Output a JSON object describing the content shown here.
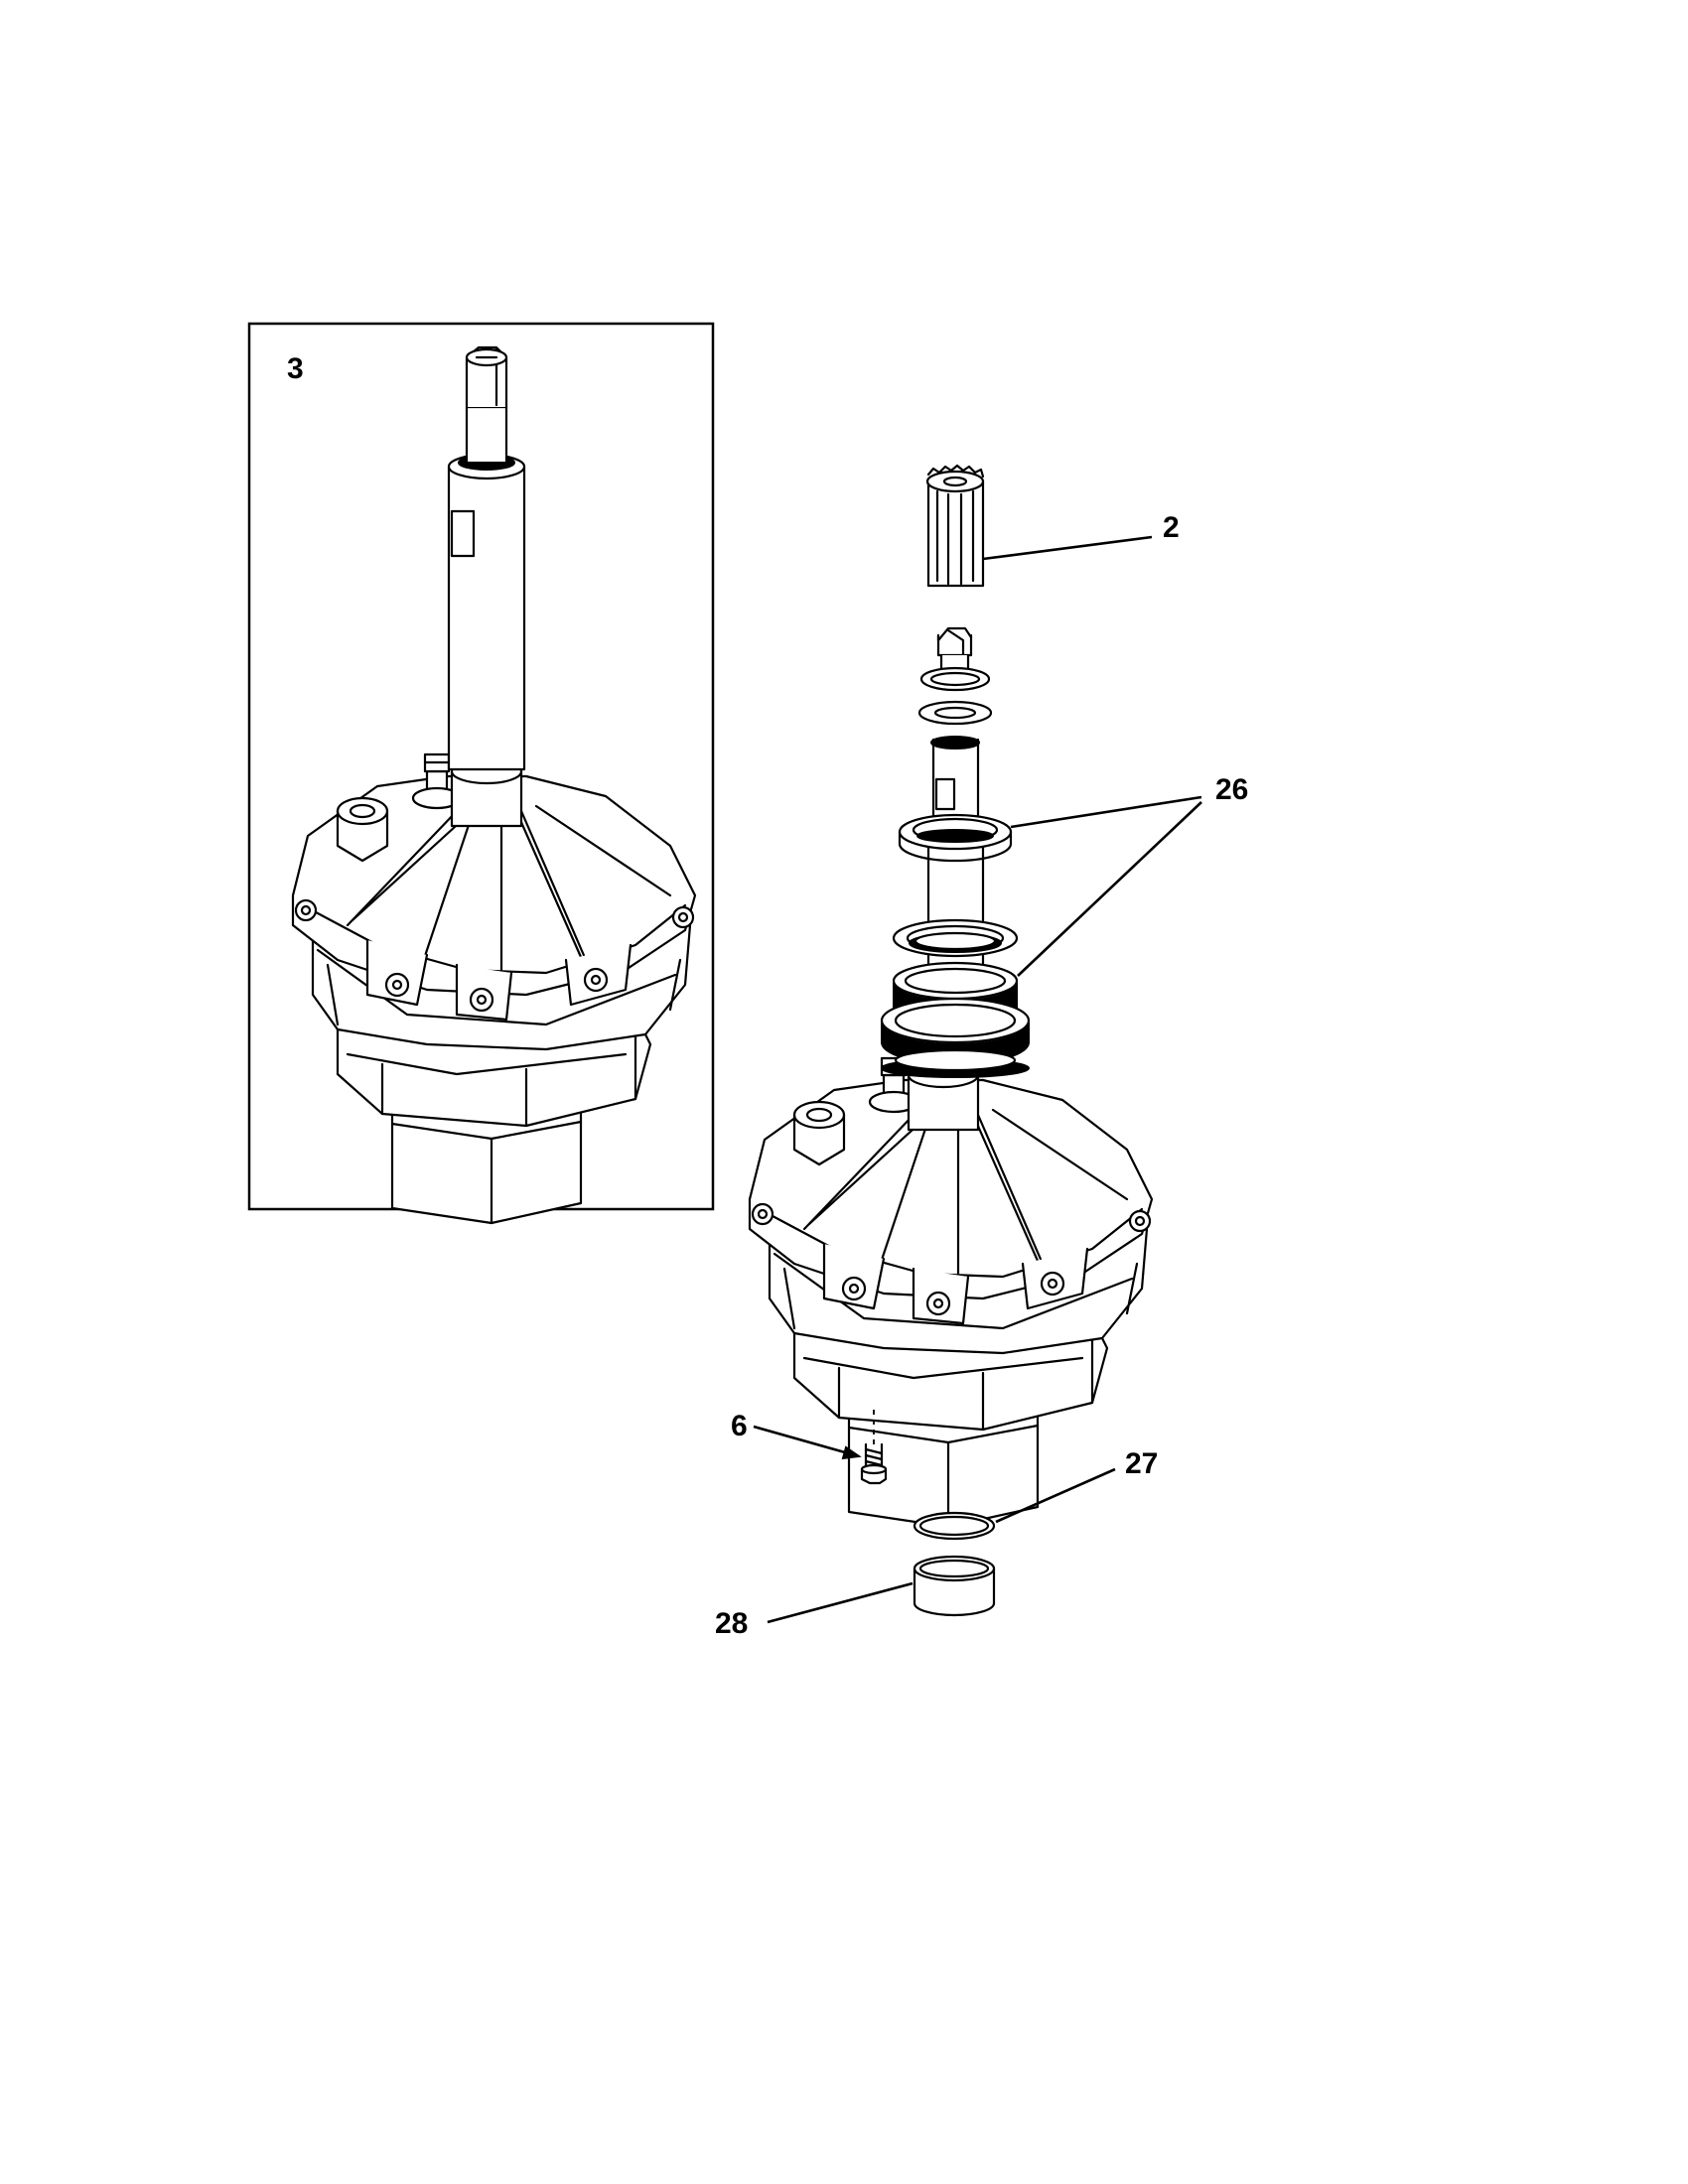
{
  "callouts": {
    "assembly": "3",
    "spline": "2",
    "seals": "26",
    "screw": "6",
    "ring": "27",
    "bushing": "28"
  },
  "colors": {
    "line": "#000000",
    "background": "#ffffff"
  }
}
